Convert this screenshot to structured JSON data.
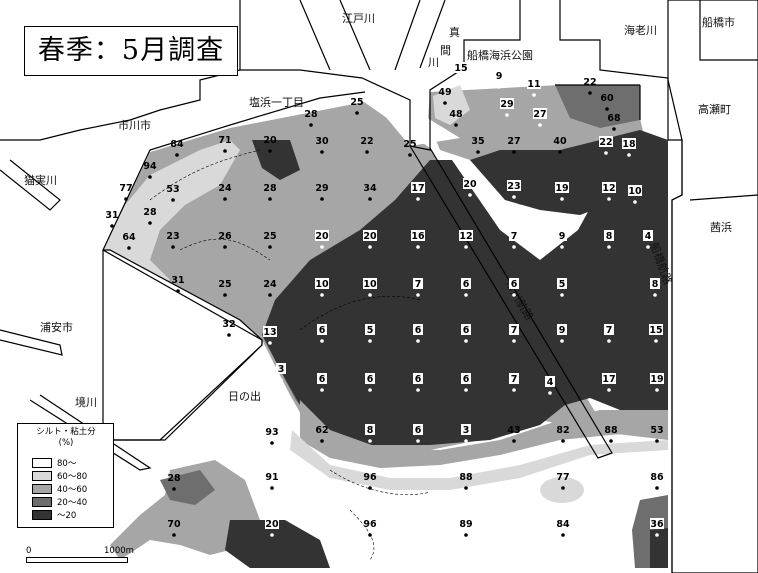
{
  "title": "春季：5月調査",
  "places": {
    "edogawa": "江戸川",
    "funabashi_city": "船橋市",
    "ebigawa": "海老川",
    "mama1": "真",
    "mama2": "間",
    "mama3": "川",
    "funabashi_park": "船橋海浜公園",
    "shiohama": "塩浜一丁目",
    "ichikawa_city": "市川市",
    "takasecho": "高瀬町",
    "nekozane": "猫実川",
    "akanehama": "茜浜",
    "urayasu": "浦安市",
    "sakaigawa": "境川",
    "hinode": "日の出",
    "ichikawa_route": "市川航路",
    "funabashi_route": "船橋航路"
  },
  "legend": {
    "title_line1": "シルト・粘土分",
    "title_line2": "(%)",
    "classes": [
      {
        "label": "80～",
        "color": "#ffffff"
      },
      {
        "label": "60～80",
        "color": "#d9d9d9"
      },
      {
        "label": "40～60",
        "color": "#a6a6a6"
      },
      {
        "label": "20～40",
        "color": "#6e6e6e"
      },
      {
        "label": "～20",
        "color": "#333333"
      }
    ]
  },
  "scale": {
    "zero": "0",
    "length": "1000m"
  },
  "stations": [
    {
      "v": "15",
      "dark": true
    },
    {
      "v": "9",
      "dark": true
    },
    {
      "v": "11",
      "dark": true
    },
    {
      "v": "22",
      "dark": false
    },
    {
      "v": "49",
      "dark": false
    },
    {
      "v": "48",
      "dark": false
    },
    {
      "v": "29",
      "dark": true
    },
    {
      "v": "27",
      "dark": true
    },
    {
      "v": "60",
      "dark": false
    },
    {
      "v": "68",
      "dark": false
    },
    {
      "v": "25",
      "dark": false
    },
    {
      "v": "28",
      "dark": false
    },
    {
      "v": "84",
      "dark": false
    },
    {
      "v": "71",
      "dark": false
    },
    {
      "v": "20",
      "dark": false
    },
    {
      "v": "30",
      "dark": false
    },
    {
      "v": "22",
      "dark": false
    },
    {
      "v": "25",
      "dark": false
    },
    {
      "v": "35",
      "dark": false
    },
    {
      "v": "27",
      "dark": false
    },
    {
      "v": "40",
      "dark": false
    },
    {
      "v": "22",
      "dark": true
    },
    {
      "v": "18",
      "dark": true
    },
    {
      "v": "94",
      "dark": false
    },
    {
      "v": "77",
      "dark": false
    },
    {
      "v": "53",
      "dark": false
    },
    {
      "v": "24",
      "dark": false
    },
    {
      "v": "28",
      "dark": false
    },
    {
      "v": "29",
      "dark": false
    },
    {
      "v": "34",
      "dark": false
    },
    {
      "v": "17",
      "dark": true
    },
    {
      "v": "20",
      "dark": true
    },
    {
      "v": "23",
      "dark": true
    },
    {
      "v": "19",
      "dark": true
    },
    {
      "v": "12",
      "dark": true
    },
    {
      "v": "10",
      "dark": true
    },
    {
      "v": "31",
      "dark": false
    },
    {
      "v": "28",
      "dark": false
    },
    {
      "v": "64",
      "dark": false
    },
    {
      "v": "23",
      "dark": false
    },
    {
      "v": "26",
      "dark": false
    },
    {
      "v": "25",
      "dark": false
    },
    {
      "v": "20",
      "dark": true
    },
    {
      "v": "20",
      "dark": true
    },
    {
      "v": "16",
      "dark": true
    },
    {
      "v": "12",
      "dark": true
    },
    {
      "v": "7",
      "dark": true
    },
    {
      "v": "9",
      "dark": true
    },
    {
      "v": "8",
      "dark": true
    },
    {
      "v": "4",
      "dark": true
    },
    {
      "v": "31",
      "dark": false
    },
    {
      "v": "25",
      "dark": false
    },
    {
      "v": "24",
      "dark": false
    },
    {
      "v": "10",
      "dark": true
    },
    {
      "v": "10",
      "dark": true
    },
    {
      "v": "7",
      "dark": true
    },
    {
      "v": "6",
      "dark": true
    },
    {
      "v": "6",
      "dark": true
    },
    {
      "v": "5",
      "dark": true
    },
    {
      "v": "8",
      "dark": true
    },
    {
      "v": "32",
      "dark": false
    },
    {
      "v": "13",
      "dark": true
    },
    {
      "v": "6",
      "dark": true
    },
    {
      "v": "5",
      "dark": true
    },
    {
      "v": "6",
      "dark": true
    },
    {
      "v": "6",
      "dark": true
    },
    {
      "v": "7",
      "dark": true
    },
    {
      "v": "9",
      "dark": true
    },
    {
      "v": "7",
      "dark": true
    },
    {
      "v": "15",
      "dark": true
    },
    {
      "v": "3",
      "dark": true
    },
    {
      "v": "6",
      "dark": true
    },
    {
      "v": "6",
      "dark": true
    },
    {
      "v": "6",
      "dark": true
    },
    {
      "v": "6",
      "dark": true
    },
    {
      "v": "7",
      "dark": true
    },
    {
      "v": "4",
      "dark": true
    },
    {
      "v": "17",
      "dark": true
    },
    {
      "v": "19",
      "dark": true
    },
    {
      "v": "93",
      "dark": false
    },
    {
      "v": "62",
      "dark": false
    },
    {
      "v": "8",
      "dark": true
    },
    {
      "v": "6",
      "dark": true
    },
    {
      "v": "3",
      "dark": true
    },
    {
      "v": "43",
      "dark": false
    },
    {
      "v": "82",
      "dark": false
    },
    {
      "v": "88",
      "dark": false
    },
    {
      "v": "53",
      "dark": false
    },
    {
      "v": "28",
      "dark": false
    },
    {
      "v": "91",
      "dark": false
    },
    {
      "v": "96",
      "dark": false
    },
    {
      "v": "88",
      "dark": false
    },
    {
      "v": "77",
      "dark": false
    },
    {
      "v": "86",
      "dark": false
    },
    {
      "v": "70",
      "dark": false
    },
    {
      "v": "20",
      "dark": true
    },
    {
      "v": "96",
      "dark": false
    },
    {
      "v": "89",
      "dark": false
    },
    {
      "v": "84",
      "dark": false
    },
    {
      "v": "36",
      "dark": true
    }
  ]
}
